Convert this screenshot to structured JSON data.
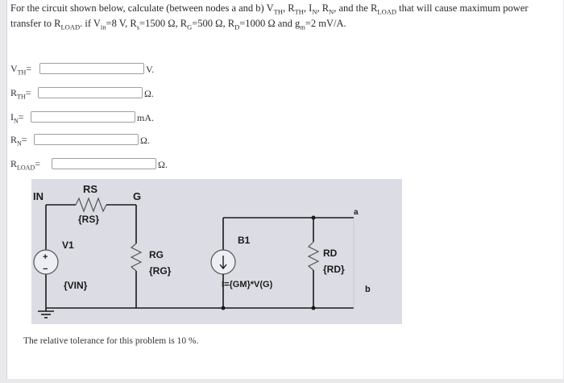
{
  "question": {
    "text_1": "For the circuit shown below, calculate (between nodes a and b) V",
    "sub_th": "TH",
    "text_2": ", R",
    "sub_rth": "TH",
    "text_3": ", I",
    "sub_in": "N",
    "text_4": ", R",
    "sub_rn": "N",
    "text_5": ", and the R",
    "sub_load": "LOAD",
    "text_6": " that will cause maximum power transfer to R",
    "sub_load2": "LOAD",
    "text_7": ". if V",
    "sub_vin": "in",
    "text_8": "=8 V, R",
    "sub_s": "s",
    "text_9": "=1500 Ω, R",
    "sub_g": "G",
    "text_10": "=500 Ω, R",
    "sub_d": "D",
    "text_11": "=1000 Ω and g",
    "sub_m": "m",
    "text_12": "=2 mV/A."
  },
  "answers": [
    {
      "label": "V",
      "sub": "TH",
      "suffix": "=",
      "value": "",
      "unit": "V."
    },
    {
      "label": "R",
      "sub": "TH",
      "suffix": "=",
      "value": "",
      "unit": "Ω."
    },
    {
      "label": "I",
      "sub": "N",
      "suffix": "=",
      "value": "",
      "unit": "mA."
    },
    {
      "label": "R",
      "sub": "N",
      "suffix": "=",
      "value": "",
      "unit": "Ω."
    },
    {
      "label": "R",
      "sub": "LOAD",
      "suffix": "=",
      "value": "",
      "unit": "Ω."
    }
  ],
  "circuit": {
    "in": "IN",
    "rs": "RS",
    "rs_value": "{RS}",
    "g": "G",
    "v1": "V1",
    "vin": "{VIN}",
    "rg": "RG",
    "rg_value": "{RG}",
    "b1": "B1",
    "current_expr": "I={GM}*V(G)",
    "rd": "RD",
    "rd_value": "{RD}",
    "node_a": "a",
    "node_b": "b",
    "plus": "+",
    "minus": "−"
  },
  "footer": {
    "tolerance": "The relative tolerance for this problem is 10 %."
  }
}
